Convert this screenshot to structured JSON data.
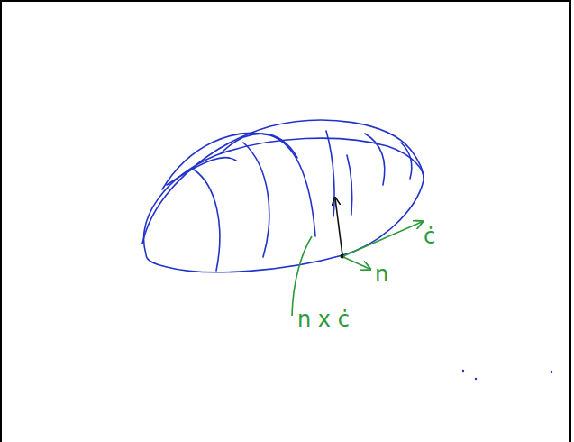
{
  "diagram": {
    "labels": [
      "ċ",
      "n",
      "n x ċ"
    ]
  }
}
